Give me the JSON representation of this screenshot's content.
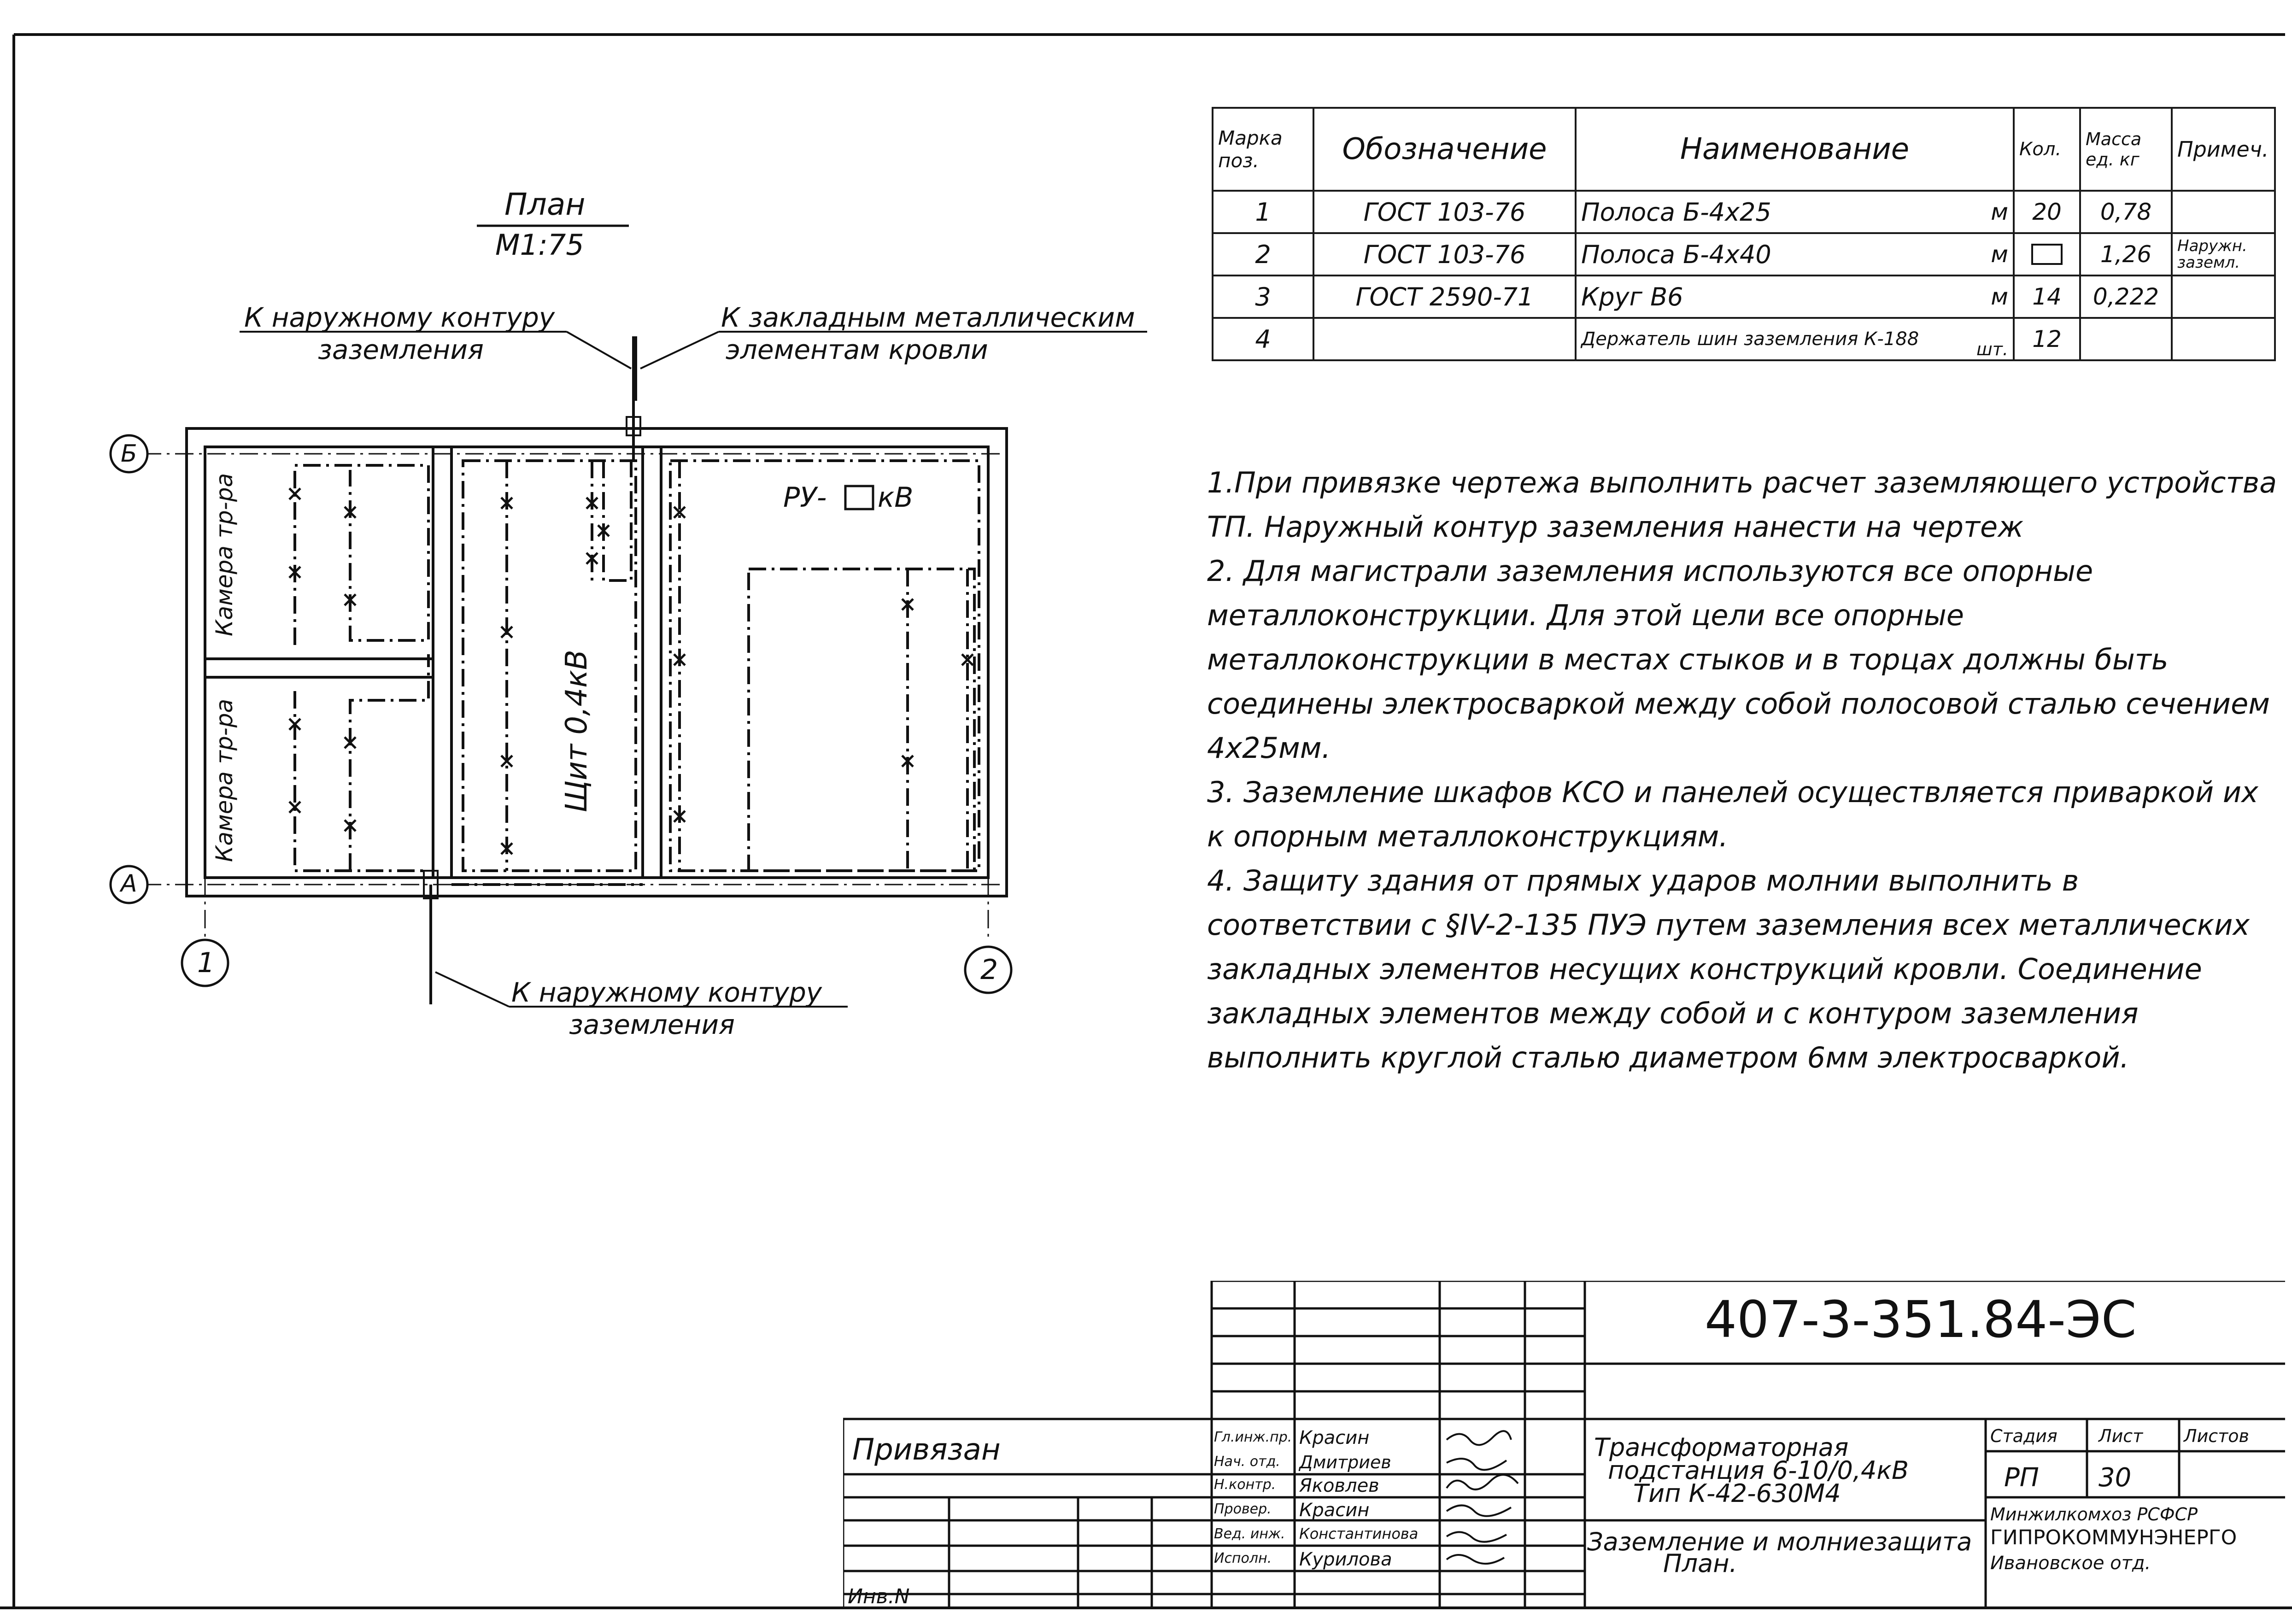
{
  "plan": {
    "title": "План",
    "scale": "М1:75",
    "label_outer_top_1": "К наружному контуру",
    "label_outer_top_2": "заземления",
    "label_roof_1": "К закладным металлическим",
    "label_roof_2": "элементам кровли",
    "label_outer_bottom_1": "К наружному контуру",
    "label_outer_bottom_2": "заземления",
    "axis_b": "Б",
    "axis_a": "А",
    "axis_1": "1",
    "axis_2": "2",
    "room_camera_1": "Камера тр-ра",
    "room_camera_2": "Камера тр-ра",
    "room_panel": "Щит 0,4кВ",
    "room_ru": "РУ-",
    "room_ru_suffix": "кВ"
  },
  "spec_table": {
    "headers": [
      "Марка поз.",
      "Обозначение",
      "Наименование",
      "Кол.",
      "Масса ед. кг",
      "Примеч."
    ],
    "rows": [
      {
        "pos": "1",
        "code": "ГОСТ 103-76",
        "name": "Полоса Б-4х25",
        "unit": "м",
        "qty": "20",
        "mass": "0,78",
        "note": ""
      },
      {
        "pos": "2",
        "code": "ГОСТ 103-76",
        "name": "Полоса Б-4х40",
        "unit": "м",
        "qty": "",
        "mass": "1,26",
        "note": "Наружн. заземл."
      },
      {
        "pos": "3",
        "code": "ГОСТ 2590-71",
        "name": "Круг В6",
        "unit": "м",
        "qty": "14",
        "mass": "0,222",
        "note": ""
      },
      {
        "pos": "4",
        "code": "",
        "name": "Держатель шин заземления К-188",
        "unit": "шт.",
        "qty": "12",
        "mass": "",
        "note": ""
      }
    ]
  },
  "notes": [
    "1.При привязке чертежа выполнить расчет заземляющего устройства ТП. Наружный контур заземления нанести на чертеж",
    "2. Для магистрали заземления используются все опорные металлоконструкции. Для этой цели все опорные металлоконструкции в местах стыков и в торцах должны быть соединены электросваркой между собой полосовой сталью сечением 4х25мм.",
    "3. Заземление шкафов КСО и панелей осуществляется приваркой их к опорным металлоконструкциям.",
    "4. Защиту здания от прямых ударов молнии выполнить в соответствии с §IV-2-135 ПУЭ путем заземления всех металлических закладных элементов несущих конструкций кровли. Соединение закладных элементов между собой и с контуром заземления выполнить круглой сталью диаметром 6мм электросваркой."
  ],
  "title_block": {
    "doc_code": "407-3-351.84-ЭС",
    "attached": "Привязан",
    "inv": "Инв.N",
    "roles": [
      "Гл.инж.пр.",
      "Нач. отд.",
      "Н.контр.",
      "Провер.",
      "Вед. инж.",
      "Исполн."
    ],
    "names": [
      "Красин",
      "Дмитриев",
      "Яковлев",
      "Красин",
      "Константинова",
      "Курилова"
    ],
    "project_1": "Трансформаторная",
    "project_2": "подстанция 6-10/0,4кВ",
    "project_3": "Тип К-42-630М4",
    "sheet_title_1": "Заземление и молниезащита",
    "sheet_title_2": "План.",
    "stage_label": "Стадия",
    "sheet_label": "Лист",
    "sheets_label": "Листов",
    "stage": "РП",
    "sheet": "30",
    "org_1": "Минжилкомхоз РСФСР",
    "org_2": "ГИПРОКОММУНЭНЕРГО",
    "org_3": "Ивановское отд."
  }
}
